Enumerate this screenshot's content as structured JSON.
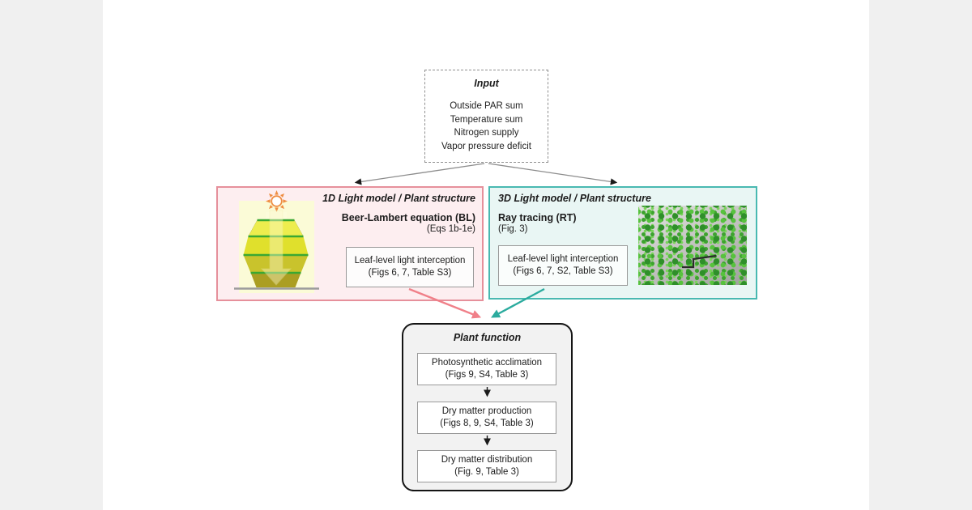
{
  "diagram": {
    "input_box": {
      "title": "Input",
      "items": [
        "Outside PAR sum",
        "Temperature sum",
        "Nitrogen supply",
        "Vapor pressure deficit"
      ]
    },
    "model_1d": {
      "title": "1D Light model / Plant structure",
      "method": "Beer-Lambert equation (BL)",
      "method_ref": "(Eqs 1b-1e)",
      "output_line1": "Leaf-level light interception",
      "output_line2": "(Figs 6, 7, Table S3)",
      "illustration": "1d-layered-crop-with-sun-icon"
    },
    "model_3d": {
      "title": "3D Light model / Plant structure",
      "method": "Ray tracing (RT)",
      "method_ref": "(Fig. 3)",
      "output_line1": "Leaf-level light interception",
      "output_line2": "(Figs 6, 7, S2, Table S3)",
      "illustration": "3d-rendered-plant-canopy-photo"
    },
    "plant_function": {
      "title": "Plant function",
      "steps": [
        {
          "line1": "Photosynthetic acclimation",
          "line2": "(Figs 9, S4, Table 3)"
        },
        {
          "line1": "Dry matter production",
          "line2": "(Figs 8, 9, S4, Table 3)"
        },
        {
          "line1": "Dry matter distribution",
          "line2": "(Fig. 9, Table 3)"
        }
      ]
    },
    "colors": {
      "box_1d_border": "#e6909b",
      "box_1d_fill": "#fdeef0",
      "box_3d_border": "#49b9b1",
      "box_3d_fill": "#e9f6f4",
      "arrow_1d": "#f08089",
      "arrow_3d": "#2bab9e",
      "gray_connector": "#8c8c8c",
      "page_background": "#ffffff",
      "margin_background": "#f0f0f0"
    }
  }
}
